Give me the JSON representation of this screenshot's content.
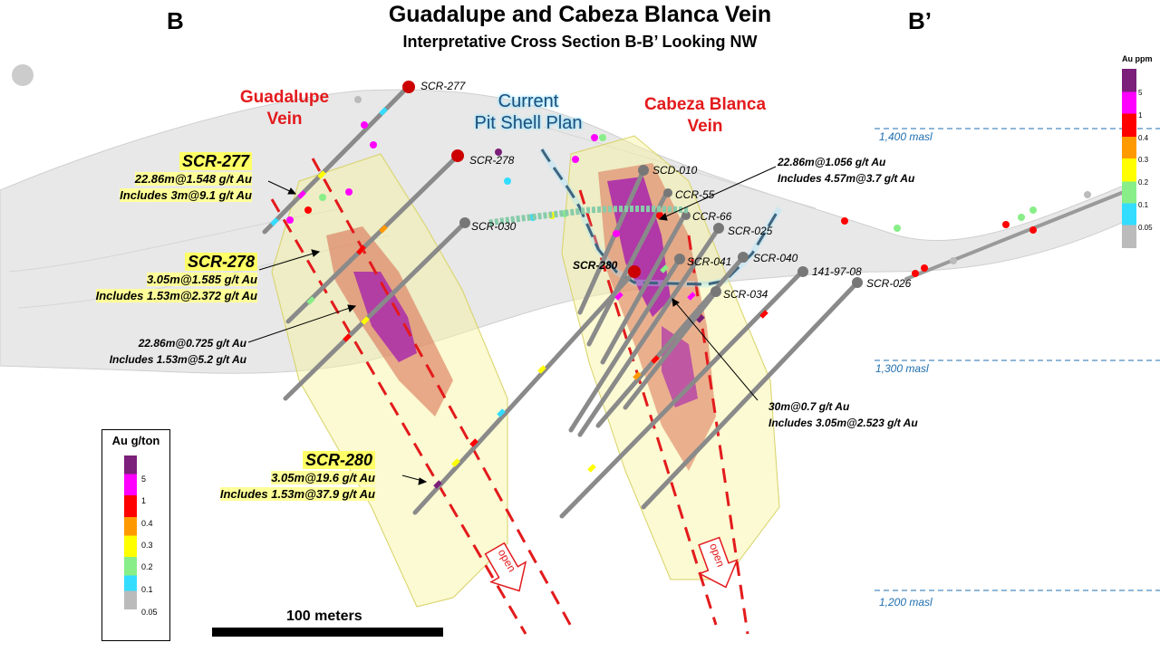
{
  "title": "Guadalupe and Cabeza Blanca Vein",
  "subtitle": "Interpretative Cross Section B-B’  Looking NW",
  "section_left": "B",
  "section_right": "B’",
  "veins": {
    "guadalupe": [
      "Guadalupe",
      "Vein"
    ],
    "cabeza_blanca": [
      "Cabeza Blanca",
      "Vein"
    ]
  },
  "pit_shell": [
    "Current",
    "Pit Shell Plan"
  ],
  "holes": {
    "scr277": "SCR-277",
    "scr278": "SCR-278",
    "scr030": "SCR-030",
    "scd010": "SCD-010",
    "ccr55": "CCR-55",
    "ccr66": "CCR-66",
    "scr025": "SCR-025",
    "scr280": "SCR-280",
    "scr041": "SCR-041",
    "scr040": "SCR-040",
    "h1419708": "141-97-08",
    "scr026": "SCR-026",
    "scr034": "SCR-034"
  },
  "intercepts": {
    "scr277": {
      "name": "SCR-277",
      "line1": "22.86m@1.548 g/t Au",
      "line2": "Includes 3m@9.1 g/t Au"
    },
    "scr278": {
      "name": "SCR-278",
      "line1": "3.05m@1.585 g/t Au",
      "line2": "Includes 1.53m@2.372 g/t Au"
    },
    "scr030": {
      "line1": "22.86m@0.725  g/t Au",
      "line2": "Includes 1.53m@5.2 g/t Au"
    },
    "scr280": {
      "name": "SCR-280",
      "line1": "3.05m@19.6 g/t Au",
      "line2": "Includes 1.53m@37.9 g/t Au"
    },
    "ccr55": {
      "line1": "22.86m@1.056  g/t Au",
      "line2": "Includes 4.57m@3.7  g/t Au"
    },
    "scr034": {
      "line1": "30m@0.7 g/t Au",
      "line2": "Includes 3.05m@2.523  g/t Au"
    }
  },
  "open_labels": [
    "open",
    "open"
  ],
  "elevations": [
    "1,400 masl",
    "1,300 masl",
    "1,200 masl"
  ],
  "scale_bar": "100 meters",
  "legend": {
    "title": "Au g/ton",
    "labels": [
      "5",
      "1",
      "0.4",
      "0.3",
      "0.2",
      "0.1",
      "0.05"
    ],
    "colors": [
      "#7b1f7a",
      "#ff00ff",
      "#ff0000",
      "#ff9900",
      "#ffff00",
      "#88ee88",
      "#33ddff",
      "#bbbbbb"
    ]
  },
  "right_legend": {
    "title": "Au ppm",
    "labels": [
      "5",
      "1",
      "0.4",
      "0.3",
      "0.2",
      "0.1",
      "0.05"
    ]
  },
  "colors": {
    "vein_label": "#e31a1c",
    "open_projection": "#e31a1c",
    "pit_shell_line": "#0b1f3a",
    "masl_line": "#1f6fb0"
  }
}
